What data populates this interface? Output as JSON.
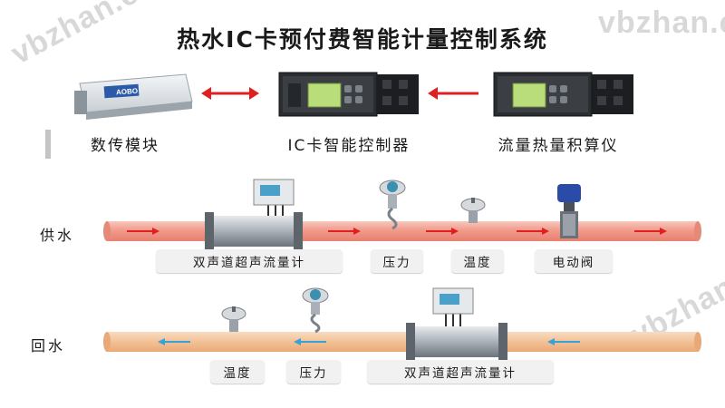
{
  "title": "热水IC卡预付费智能计量控制系统",
  "watermark": "vbzhan.cn",
  "devices": {
    "modem": {
      "label": "数传模块",
      "brand": "AOBO"
    },
    "controller": {
      "label": "IC卡智能控制器"
    },
    "calculator": {
      "label": "流量热量积算仪"
    }
  },
  "supply": {
    "label": "供水",
    "tags": [
      "双声道超声流量计",
      "压力",
      "温度",
      "电动阀"
    ],
    "color": "#f2a99a"
  },
  "return": {
    "label": "回水",
    "tags": [
      "温度",
      "压力",
      "双声道超声流量计"
    ],
    "color": "#f4c9a0"
  },
  "colors": {
    "arrow_red": "#e02020",
    "arrow_blue": "#3aa0d8",
    "screen": "#b9dd7a"
  }
}
